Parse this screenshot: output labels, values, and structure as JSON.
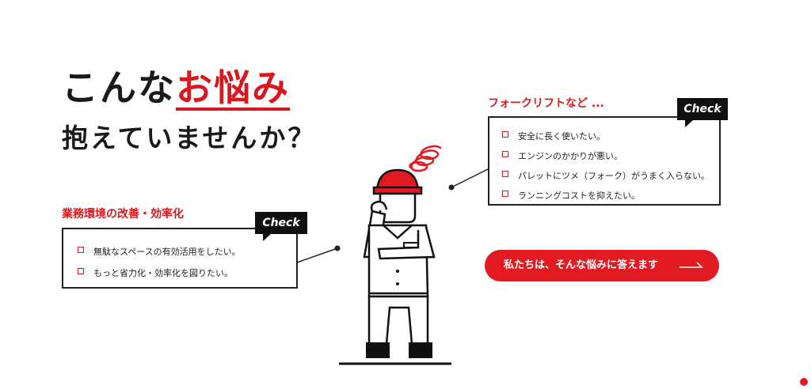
{
  "headline": {
    "prefix": "こんな",
    "accent": "お悩み",
    "line2": "抱えていませんか？"
  },
  "left_section": {
    "title": "業務環境の改善・効率化",
    "badge": "Check",
    "items": [
      {
        "label": "無駄なスペースの有効活用をしたい。"
      },
      {
        "label": "もっと省力化・効率化を図りたい。"
      }
    ]
  },
  "right_section": {
    "title": "フォークリフトなど ...",
    "badge": "Check",
    "items": [
      {
        "label": "安全に長く使いたい。"
      },
      {
        "label": "エンジンのかかりが悪い。"
      },
      {
        "label": "パレットにツメ（フォーク）がうまく入らない。"
      },
      {
        "label": "ランニングコストを抑えたい。"
      }
    ]
  },
  "cta": {
    "label": "私たちは、そんな悩みに答えます"
  },
  "colors": {
    "accent": "#d7191f",
    "button": "#e21b23",
    "text": "#1a1a1a"
  },
  "icons": [
    "worried-worker-illustration",
    "confusion-squiggle-icon",
    "checkbox-icon",
    "arrow-right-icon"
  ]
}
